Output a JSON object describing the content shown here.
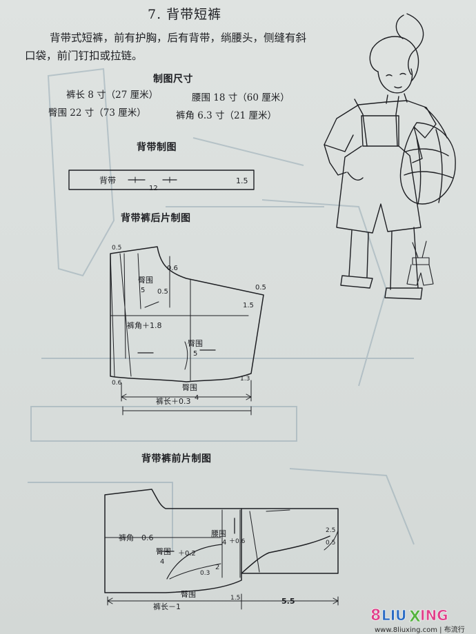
{
  "header": {
    "title": "7. 背带短裤"
  },
  "intro": {
    "line1": "背带式短裤，前有护胸，后有背带，绱腰头，侧缝有斜",
    "line2": "口袋，前门钉扣或拉链。"
  },
  "measurements": {
    "heading": "制图尺寸",
    "row1_left": "裤长 8 寸（27 厘米）",
    "row1_right": "腰围 18 寸（60 厘米）",
    "row2_left": "臀围 22 寸（73 厘米）",
    "row2_right": "裤角 6.3 寸（21 厘米）"
  },
  "strap_section": {
    "heading": "背带制图",
    "label": "背带",
    "length": "12",
    "width": "1.5"
  },
  "back_section": {
    "heading": "背带裤后片制图",
    "labels": {
      "top_left": "0.5",
      "crotch_06": "0.6",
      "hip_a": "臀围",
      "hip_a_div": "5",
      "val_05_mid": "0.5",
      "val_05_right": "0.5",
      "val_15": "1.5",
      "hem": "裤角＋1.8",
      "hip_b": "臀围",
      "hip_b_div": "5",
      "bottom_left": "0.6",
      "bottom_right": "1.3",
      "hip_c": "臀围",
      "hip_c_div": "4",
      "length": "裤长＋0.3"
    }
  },
  "front_section": {
    "heading": "背带裤前片制图",
    "labels": {
      "hem": "裤角－0.6",
      "hip_a": "臀围",
      "hip_a_div": "4",
      "hip_a_add": "＋0.2",
      "val_03": "0.3",
      "val_2": "2",
      "waist": "腰围",
      "waist_div": "4",
      "waist_add": "＋0.6",
      "val_25": "2.5",
      "val_05": "0.5",
      "hip_b": "臀围",
      "val_15": "1.5",
      "val_55": "5.5",
      "length": "裤长－1"
    }
  },
  "watermark": {
    "brand": "8LIUXING",
    "url": "www.8liuxing.com | 布流行"
  },
  "colors": {
    "ink": "#1d1e22",
    "paper": "#d9dedc",
    "ghost": "#8ea3b0",
    "wm_pink": "#e0408a",
    "wm_blue": "#2a6bc4",
    "wm_green": "#56b340"
  }
}
